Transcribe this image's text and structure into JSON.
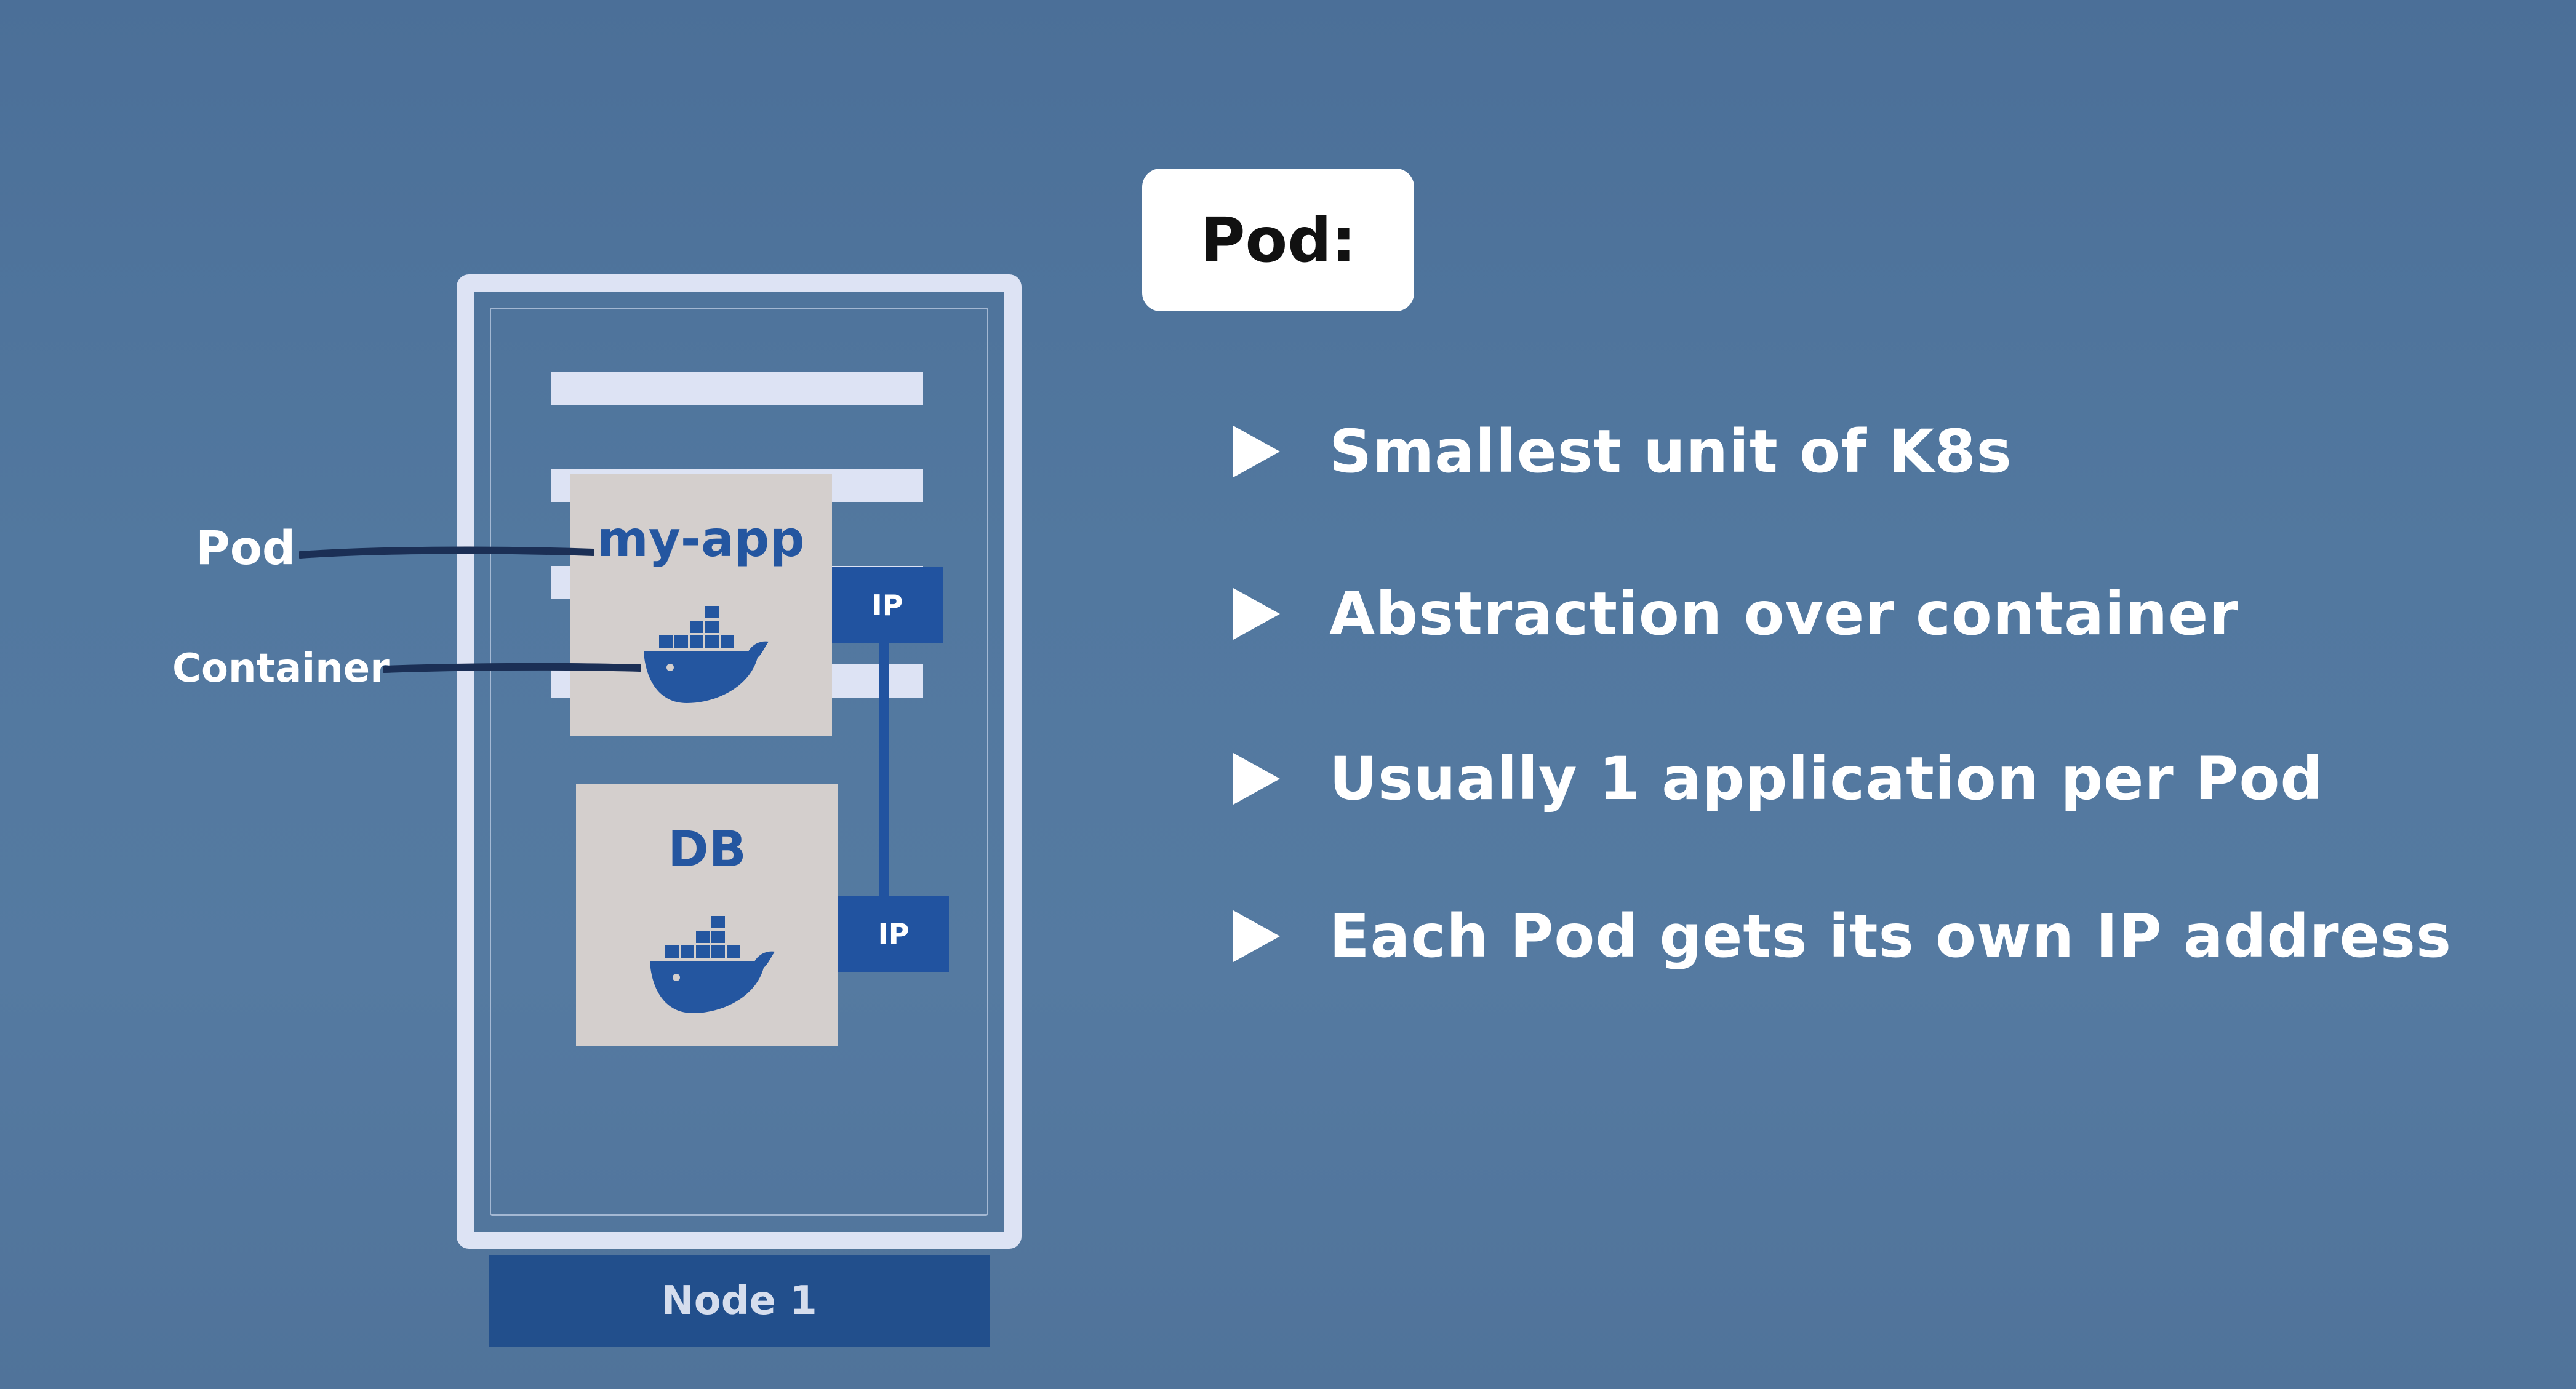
{
  "slide": {
    "title": "Pod:",
    "bullets": [
      "Smallest unit of K8s",
      "Abstraction over container",
      "Usually 1 application per Pod",
      "Each Pod gets its own IP address"
    ]
  },
  "diagram": {
    "node_label": "Node 1",
    "pods": [
      {
        "name": "my-app",
        "ip_label": "IP"
      },
      {
        "name": "DB",
        "ip_label": "IP"
      }
    ],
    "callouts": {
      "pod": "Pod",
      "container": "Container"
    }
  },
  "colors": {
    "background": "#52789f",
    "node_frame": "#dde3f4",
    "node_label_bg": "#224f8c",
    "pod_box": "#d4cfcd",
    "accent_blue": "#2153a0",
    "title_card": "#ffffff"
  },
  "icons": {
    "container": "docker-whale-icon",
    "bullet": "triangle-bullet-icon"
  }
}
